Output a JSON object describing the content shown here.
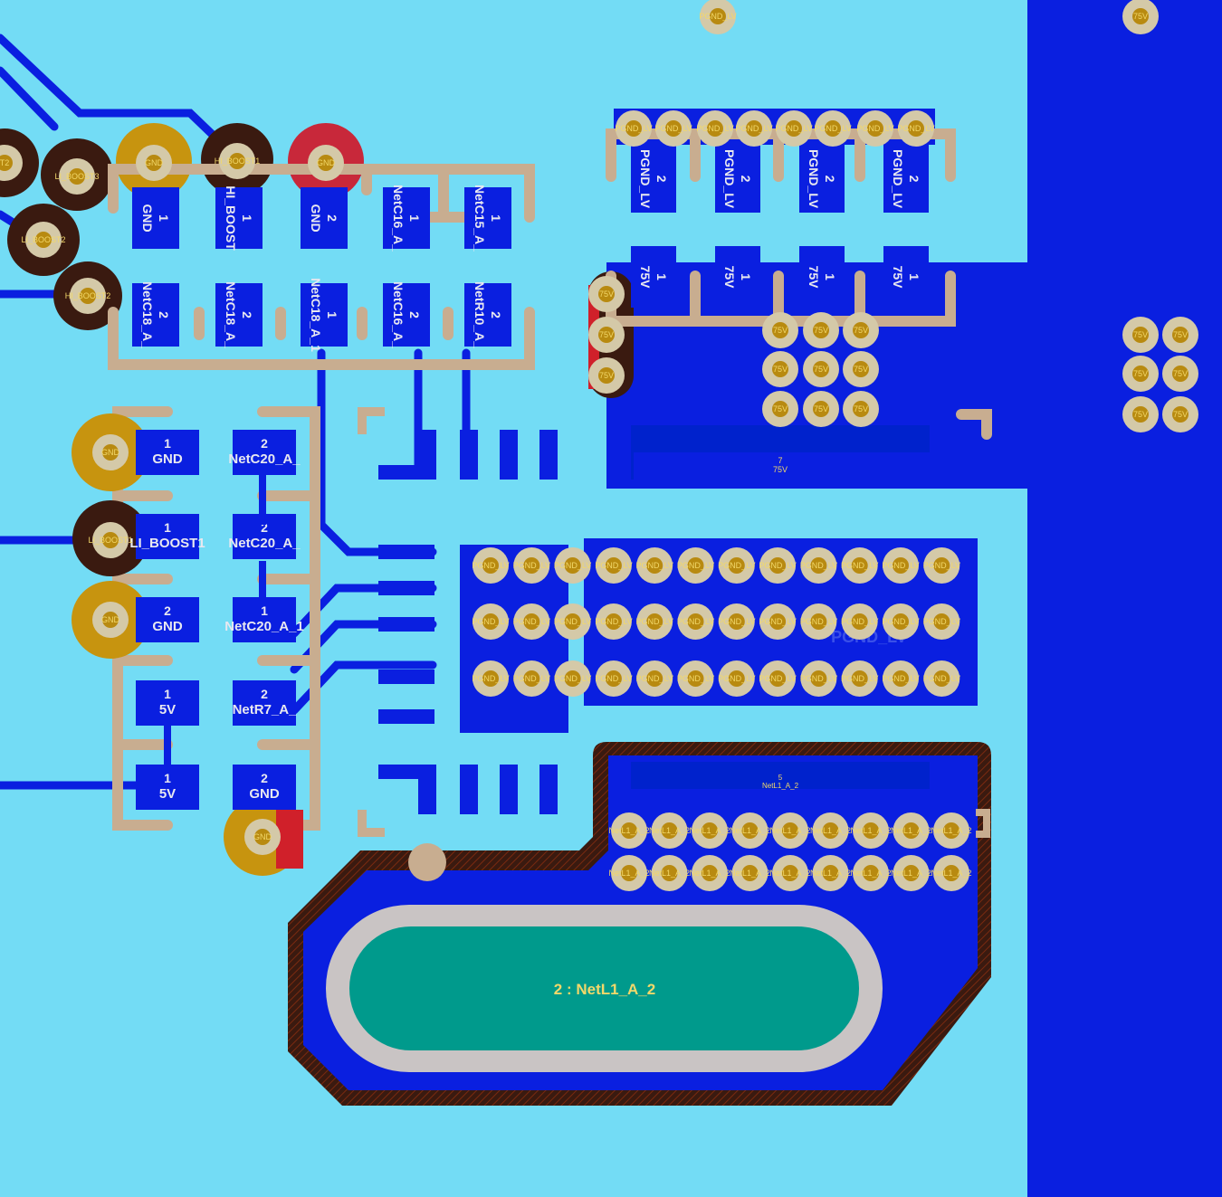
{
  "colors": {
    "board": "#73dcf5",
    "copper": "#0a1fe0",
    "silkscreen": "#c8ad90",
    "via_ring": "#d4c9a8",
    "via_core": "#b88a10",
    "label": "#f2d86a",
    "pad_text": "#e8e8f0",
    "keepout": "#3a1a10",
    "oval_ring": "#c9c4c4",
    "oval_fill": "#009a8c"
  },
  "labels": {
    "pgnd_lv": "PGND_LV",
    "v75": "75V",
    "gnd": "GND",
    "hi_boost1": "HI_BOOST1",
    "hi_boost2": "HI_BOOST2",
    "li_boost1": "LI_BOOST1",
    "li_boost2": "LI_BOOST2",
    "li_boost3": "LI_BOOST3",
    "t2": "T2",
    "netl1": "NetL1_A_2"
  },
  "pad_rows": {
    "top": [
      {
        "num": "1",
        "net": "GND"
      },
      {
        "num": "1",
        "net": "HI_BOOST"
      },
      {
        "num": "2",
        "net": "GND"
      },
      {
        "num": "1",
        "net": "NetC16_A_"
      },
      {
        "num": "1",
        "net": "NetC15_A_"
      }
    ],
    "bottom": [
      {
        "num": "2",
        "net": "NetC18_A_"
      },
      {
        "num": "2",
        "net": "NetC18_A_"
      },
      {
        "num": "1",
        "net": "NetC18_A_1"
      },
      {
        "num": "2",
        "net": "NetC16_A_"
      },
      {
        "num": "2",
        "net": "NetR10_A_"
      }
    ],
    "pgnd": [
      {
        "num": "2",
        "net": "PGND_LV"
      },
      {
        "num": "2",
        "net": "PGND_LV"
      },
      {
        "num": "2",
        "net": "PGND_LV"
      },
      {
        "num": "2",
        "net": "PGND_LV"
      }
    ],
    "v75": [
      {
        "num": "1",
        "net": "75V"
      },
      {
        "num": "1",
        "net": "75V"
      },
      {
        "num": "1",
        "net": "75V"
      },
      {
        "num": "1",
        "net": "75V"
      }
    ]
  },
  "left_pads": [
    {
      "num": "1",
      "net": "GND"
    },
    {
      "num": "1",
      "net": "LI_BOOST1"
    },
    {
      "num": "2",
      "net": "GND"
    },
    {
      "num": "1",
      "net": "5V"
    },
    {
      "num": "1",
      "net": "5V"
    }
  ],
  "right_pads": [
    {
      "num": "2",
      "net": "NetC20_A_"
    },
    {
      "num": "2",
      "net": "NetC20_A_"
    },
    {
      "num": "1",
      "net": "NetC20_A_1"
    },
    {
      "num": "2",
      "net": "NetR7_A_"
    },
    {
      "num": "2",
      "net": "GND"
    }
  ],
  "mosfet_tab": {
    "num": "7",
    "net": "75V"
  },
  "inductor_tab": {
    "num": "5",
    "net": "NetL1_A_2"
  },
  "inductor_oval": "2 : NetL1_A_2",
  "pgnd_tab_label": "PGND_LV"
}
